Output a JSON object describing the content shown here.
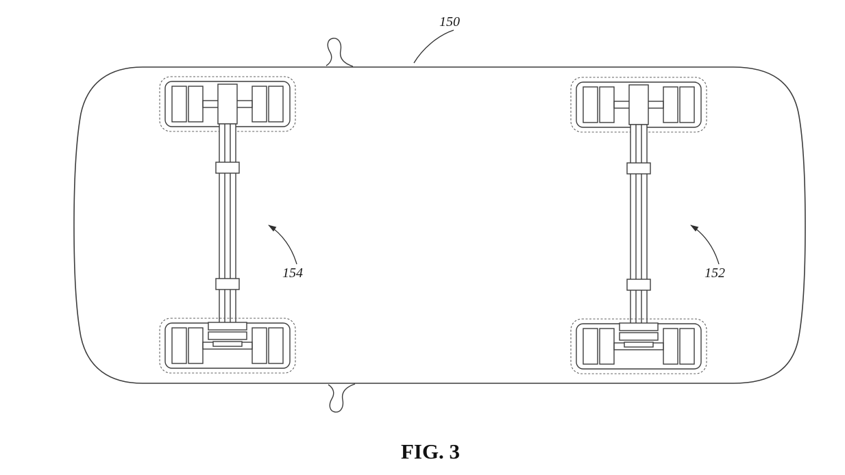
{
  "figure": {
    "caption": "FIG. 3",
    "callouts": {
      "body_label": "150",
      "left_axle_label": "154",
      "right_axle_label": "152"
    }
  }
}
